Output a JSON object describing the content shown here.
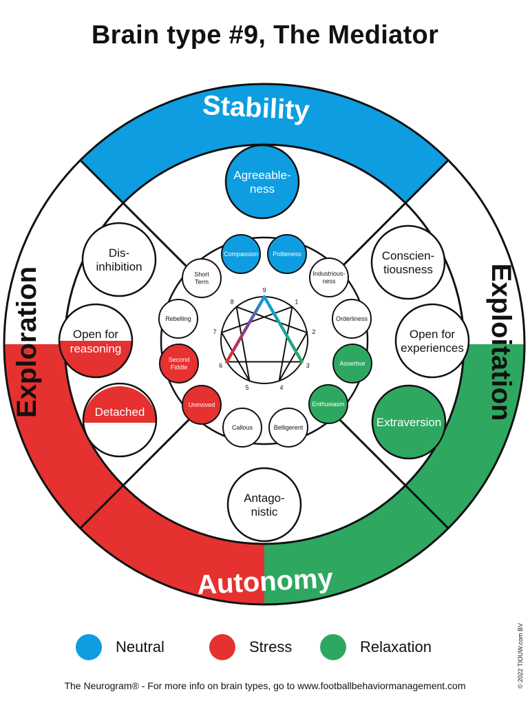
{
  "title": "Brain type #9, The Mediator",
  "colors": {
    "neutral": "#0d9de0",
    "stress": "#e5312f",
    "relaxation": "#2ea860",
    "black": "#111111",
    "white": "#ffffff",
    "line9to6_gradient": [
      "#0d9de0",
      "#8a3a8a",
      "#e5312f"
    ]
  },
  "quadrants": {
    "top": "Stability",
    "left": "Exploration",
    "right": "Exploitation",
    "bottom": "Autonomy"
  },
  "traits_outer": {
    "top": "Agreeable-\nness",
    "upper_left": "Dis-\ninhibition",
    "left_mid": "Open for\nreasoning",
    "lower_left": "Detached",
    "upper_right": "Conscien-\ntiousness",
    "right_mid": "Open for\nexperiences",
    "lower_right": "Extraversion",
    "bottom": "Antago-\nnistic"
  },
  "traits_inner": [
    "Compassion",
    "Politeness",
    "Industrious-\nness",
    "Orderliness",
    "Assertive",
    "Enthusiasm",
    "Belligerent",
    "Callous",
    "Unmoved",
    "Second\nFiddle",
    "Rebelling",
    "Short\nTerm"
  ],
  "enneagram_numbers": [
    "9",
    "1",
    "2",
    "3",
    "4",
    "5",
    "6",
    "7",
    "8"
  ],
  "legend": [
    {
      "label": "Neutral",
      "color": "neutral"
    },
    {
      "label": "Stress",
      "color": "stress"
    },
    {
      "label": "Relaxation",
      "color": "relaxation"
    }
  ],
  "footer": "The Neurogram® - For more info on brain types, go to www.footballbehaviormanagement.com",
  "copyright": "© 2022 TIOUW.com BV"
}
